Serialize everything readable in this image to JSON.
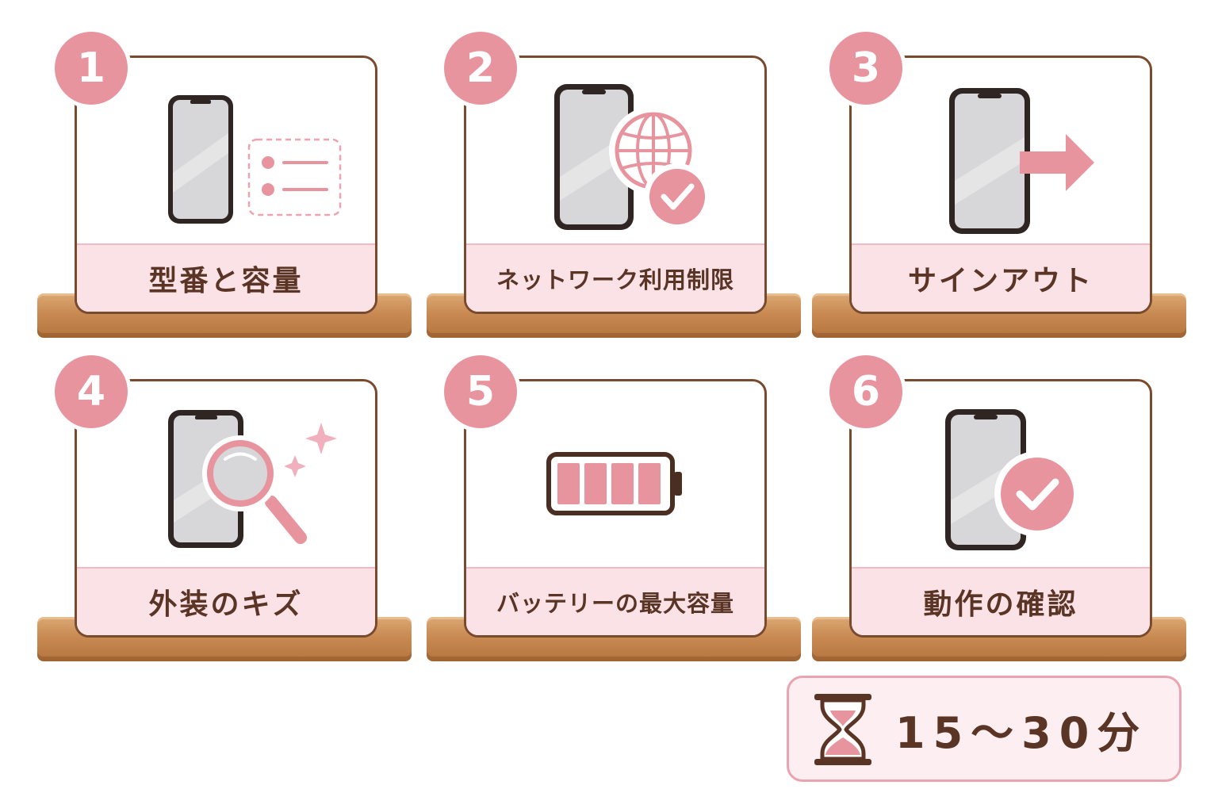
{
  "steps": [
    {
      "number": "1",
      "label": "型番と容量",
      "icon": "phone-spec-list-icon"
    },
    {
      "number": "2",
      "label": "ネットワーク利用制限",
      "icon": "phone-network-check-icon"
    },
    {
      "number": "3",
      "label": "サインアウト",
      "icon": "phone-sign-out-icon"
    },
    {
      "number": "4",
      "label": "外装のキズ",
      "icon": "phone-inspect-icon"
    },
    {
      "number": "5",
      "label": "バッテリーの最大容量",
      "icon": "battery-full-icon"
    },
    {
      "number": "6",
      "label": "動作の確認",
      "icon": "phone-check-icon"
    }
  ],
  "time": {
    "text": "15〜30分",
    "icon": "hourglass-icon"
  },
  "colors": {
    "accent_pink": "#e8949e",
    "label_band": "#fbe2e7",
    "frame_brown": "#7a4a2e",
    "text_brown": "#5a3525",
    "wood": "#c88a52"
  }
}
